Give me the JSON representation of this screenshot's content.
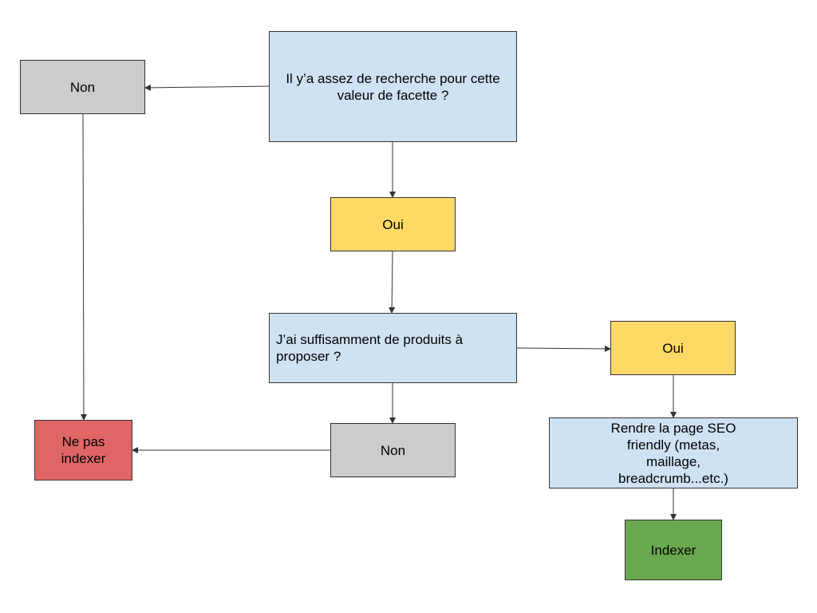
{
  "colors": {
    "question": "#cfe2f3",
    "yes": "#ffd966",
    "no": "#cccccc",
    "not_index": "#e06666",
    "index": "#6aa84f",
    "edge": "#333333"
  },
  "nodes": {
    "q1": "Il y’a assez de recherche pour cette valeur de facette ?",
    "no1": "Non",
    "yes1": "Oui",
    "q2": "J’ai suffisamment de produits à proposer ?",
    "no2": "Non",
    "yes2": "Oui",
    "not_index": "Ne pas indexer",
    "seo": "Rendre la page SEO friendly (metas, maillage, breadcrumb...etc.)",
    "index": "Indexer"
  },
  "edges": [
    {
      "from": "q1",
      "to": "no1"
    },
    {
      "from": "q1",
      "to": "yes1"
    },
    {
      "from": "no1",
      "to": "not_index"
    },
    {
      "from": "yes1",
      "to": "q2"
    },
    {
      "from": "q2",
      "to": "yes2"
    },
    {
      "from": "q2",
      "to": "no2"
    },
    {
      "from": "no2",
      "to": "not_index"
    },
    {
      "from": "yes2",
      "to": "seo"
    },
    {
      "from": "seo",
      "to": "index"
    }
  ]
}
